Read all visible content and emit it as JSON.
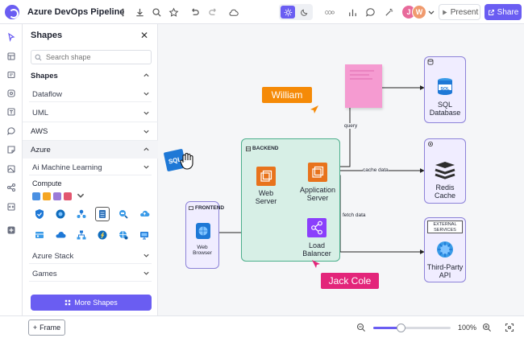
{
  "app": {
    "title": "Azure DevOps Pipeline"
  },
  "toolbar": {
    "avatars": [
      "J",
      "W"
    ],
    "present_label": "Present",
    "share_label": "Share"
  },
  "shapes_panel": {
    "title": "Shapes",
    "search_placeholder": "Search shape",
    "sections": {
      "shapes": "Shapes",
      "dataflow": "Dataflow",
      "uml": "UML",
      "aws": "AWS",
      "azure": "Azure",
      "ai_ml": "Ai Machine Learning",
      "compute": "Compute",
      "azure_stack": "Azure Stack",
      "games": "Games"
    },
    "swatch_colors": [
      "#4a90e2",
      "#f5a623",
      "#9b7bd8",
      "#e2556f"
    ],
    "more_shapes_label": "More Shapes"
  },
  "bottom_bar": {
    "frame_label": "Frame",
    "zoom_text": "100%",
    "zoom_fraction": 0.36
  },
  "diagram": {
    "frontend_group": "FRONTEND",
    "backend_group": "BACKEND",
    "external_group": "EXTERNAL SERVICES",
    "nodes": {
      "web_browser": "Web Browser",
      "web_server": "Web Server",
      "app_server": "Application Server",
      "load_balancer": "Load Balancer",
      "sql_database": "SQL Database",
      "redis_cache": "Redis Cache",
      "third_party_api": "Third-Party API"
    },
    "edges": {
      "query": "query",
      "cache_data": "cache data",
      "fetch_data": "fetch data"
    },
    "sql_badge": "SQL",
    "collaborators": {
      "william": "William",
      "jack": "Jack Cole"
    },
    "colors": {
      "accent": "#6a5df2",
      "backend_fill": "#d7efe6",
      "backend_stroke": "#4daf8c",
      "purple_fill": "#f0edff",
      "purple_stroke": "#8c82d8",
      "aws_orange": "#e8731c",
      "william_tag": "#f58a07",
      "jack_tag": "#e3257a",
      "sticky": "#f59bd1"
    }
  }
}
